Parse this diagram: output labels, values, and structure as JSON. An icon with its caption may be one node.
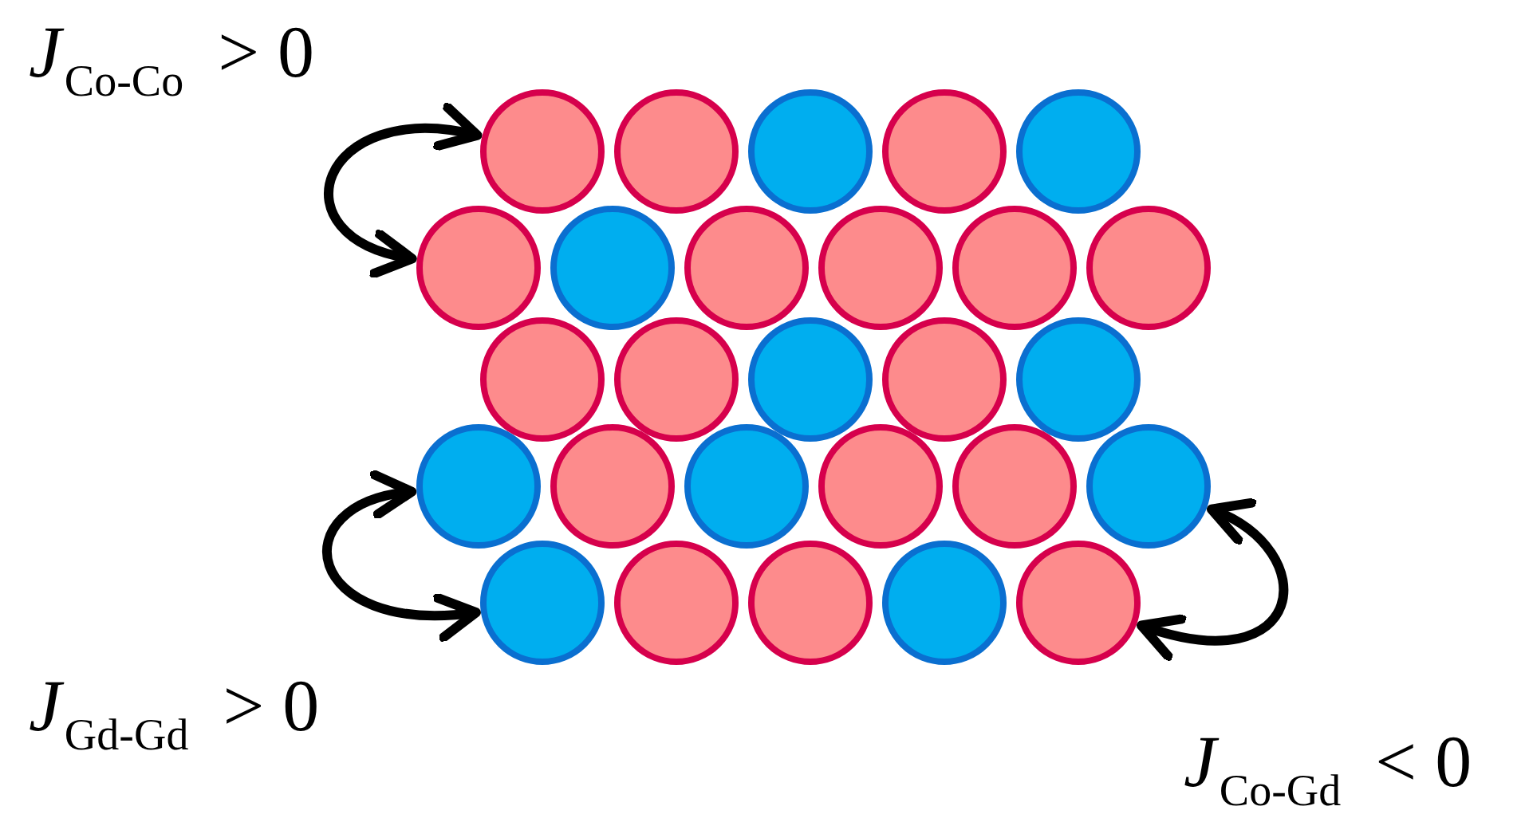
{
  "diagram": {
    "nodes": [
      {
        "text": [],
        "shape": "circle"
      },
      {
        "text": [],
        "shape": "circle"
      },
      {
        "text": [],
        "shape": "circle"
      },
      {
        "text": [],
        "shape": "circle"
      },
      {
        "text": [],
        "shape": "circle"
      },
      {
        "text": [],
        "shape": "circle"
      },
      {
        "text": [],
        "shape": "circle"
      },
      {
        "text": [],
        "shape": "circle"
      },
      {
        "text": [],
        "shape": "circle"
      },
      {
        "text": [],
        "shape": "circle"
      },
      {
        "text": [],
        "shape": "circle"
      },
      {
        "text": [],
        "shape": "circle"
      },
      {
        "text": [],
        "shape": "circle"
      },
      {
        "text": [],
        "shape": "circle"
      },
      {
        "text": [],
        "shape": "circle"
      },
      {
        "text": [],
        "shape": "circle"
      },
      {
        "text": [],
        "shape": "circle"
      },
      {
        "text": [],
        "shape": "circle"
      },
      {
        "text": [],
        "shape": "circle"
      },
      {
        "text": [],
        "shape": "circle"
      },
      {
        "text": [],
        "shape": "circle"
      },
      {
        "text": [],
        "shape": "circle"
      },
      {
        "text": [],
        "shape": "circle"
      },
      {
        "text": [],
        "shape": "circle"
      },
      {
        "text": [],
        "shape": "circle"
      },
      {
        "text": [],
        "shape": "circle"
      },
      {
        "text": [],
        "shape": "circle"
      }
    ],
    "edges": [
      {
        "from": 0,
        "to": 5,
        "arrow": "both"
      },
      {
        "from": 16,
        "to": 22,
        "arrow": "both"
      },
      {
        "from": 21,
        "to": 26,
        "arrow": "both"
      }
    ],
    "labels": [
      "*J*$_{Co-Co}$ > 0",
      "*J*$_{Gd-Gd}$ > 0",
      "*J*$_{Co-Gd}$ < 0"
    ]
  }
}
